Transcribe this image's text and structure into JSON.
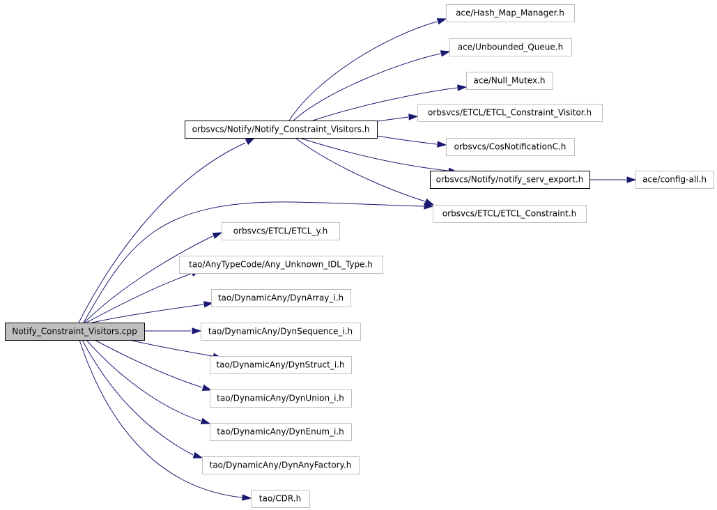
{
  "colors": {
    "background": "#ffffff",
    "edge": "#191970",
    "root_fill": "#bfbfbf",
    "root_border": "#000000",
    "documented_border": "#000000",
    "external_border": "#bfbfbf",
    "node_fill": "#ffffff"
  },
  "nodes": [
    {
      "id": "root",
      "label": "Notify_Constraint_Visitors.cpp",
      "style": "root"
    },
    {
      "id": "ncv",
      "label": "orbsvcs/Notify/Notify_Constraint_Visitors.h",
      "style": "documented"
    },
    {
      "id": "hmm",
      "label": "ace/Hash_Map_Manager.h",
      "style": "external"
    },
    {
      "id": "uq",
      "label": "ace/Unbounded_Queue.h",
      "style": "external"
    },
    {
      "id": "nm",
      "label": "ace/Null_Mutex.h",
      "style": "external"
    },
    {
      "id": "ecv",
      "label": "orbsvcs/ETCL/ETCL_Constraint_Visitor.h",
      "style": "external"
    },
    {
      "id": "cn",
      "label": "orbsvcs/CosNotificationC.h",
      "style": "external"
    },
    {
      "id": "nse",
      "label": "orbsvcs/Notify/notify_serv_export.h",
      "style": "documented"
    },
    {
      "id": "ca",
      "label": "ace/config-all.h",
      "style": "external"
    },
    {
      "id": "ec",
      "label": "orbsvcs/ETCL/ETCL_Constraint.h",
      "style": "external"
    },
    {
      "id": "ey",
      "label": "orbsvcs/ETCL/ETCL_y.h",
      "style": "external"
    },
    {
      "id": "auit",
      "label": "tao/AnyTypeCode/Any_Unknown_IDL_Type.h",
      "style": "external"
    },
    {
      "id": "da",
      "label": "tao/DynamicAny/DynArray_i.h",
      "style": "external"
    },
    {
      "id": "dseq",
      "label": "tao/DynamicAny/DynSequence_i.h",
      "style": "external"
    },
    {
      "id": "dst",
      "label": "tao/DynamicAny/DynStruct_i.h",
      "style": "external"
    },
    {
      "id": "du",
      "label": "tao/DynamicAny/DynUnion_i.h",
      "style": "external"
    },
    {
      "id": "de",
      "label": "tao/DynamicAny/DynEnum_i.h",
      "style": "external"
    },
    {
      "id": "daf",
      "label": "tao/DynamicAny/DynAnyFactory.h",
      "style": "external"
    },
    {
      "id": "cdr",
      "label": "tao/CDR.h",
      "style": "external"
    }
  ],
  "edges": [
    {
      "from": "root",
      "to": "ncv"
    },
    {
      "from": "root",
      "to": "ec"
    },
    {
      "from": "root",
      "to": "ey"
    },
    {
      "from": "root",
      "to": "auit"
    },
    {
      "from": "root",
      "to": "da"
    },
    {
      "from": "root",
      "to": "dseq"
    },
    {
      "from": "root",
      "to": "dst"
    },
    {
      "from": "root",
      "to": "du"
    },
    {
      "from": "root",
      "to": "de"
    },
    {
      "from": "root",
      "to": "daf"
    },
    {
      "from": "root",
      "to": "cdr"
    },
    {
      "from": "ncv",
      "to": "hmm"
    },
    {
      "from": "ncv",
      "to": "uq"
    },
    {
      "from": "ncv",
      "to": "nm"
    },
    {
      "from": "ncv",
      "to": "ecv"
    },
    {
      "from": "ncv",
      "to": "cn"
    },
    {
      "from": "ncv",
      "to": "nse"
    },
    {
      "from": "ncv",
      "to": "ec"
    },
    {
      "from": "nse",
      "to": "ca"
    }
  ]
}
